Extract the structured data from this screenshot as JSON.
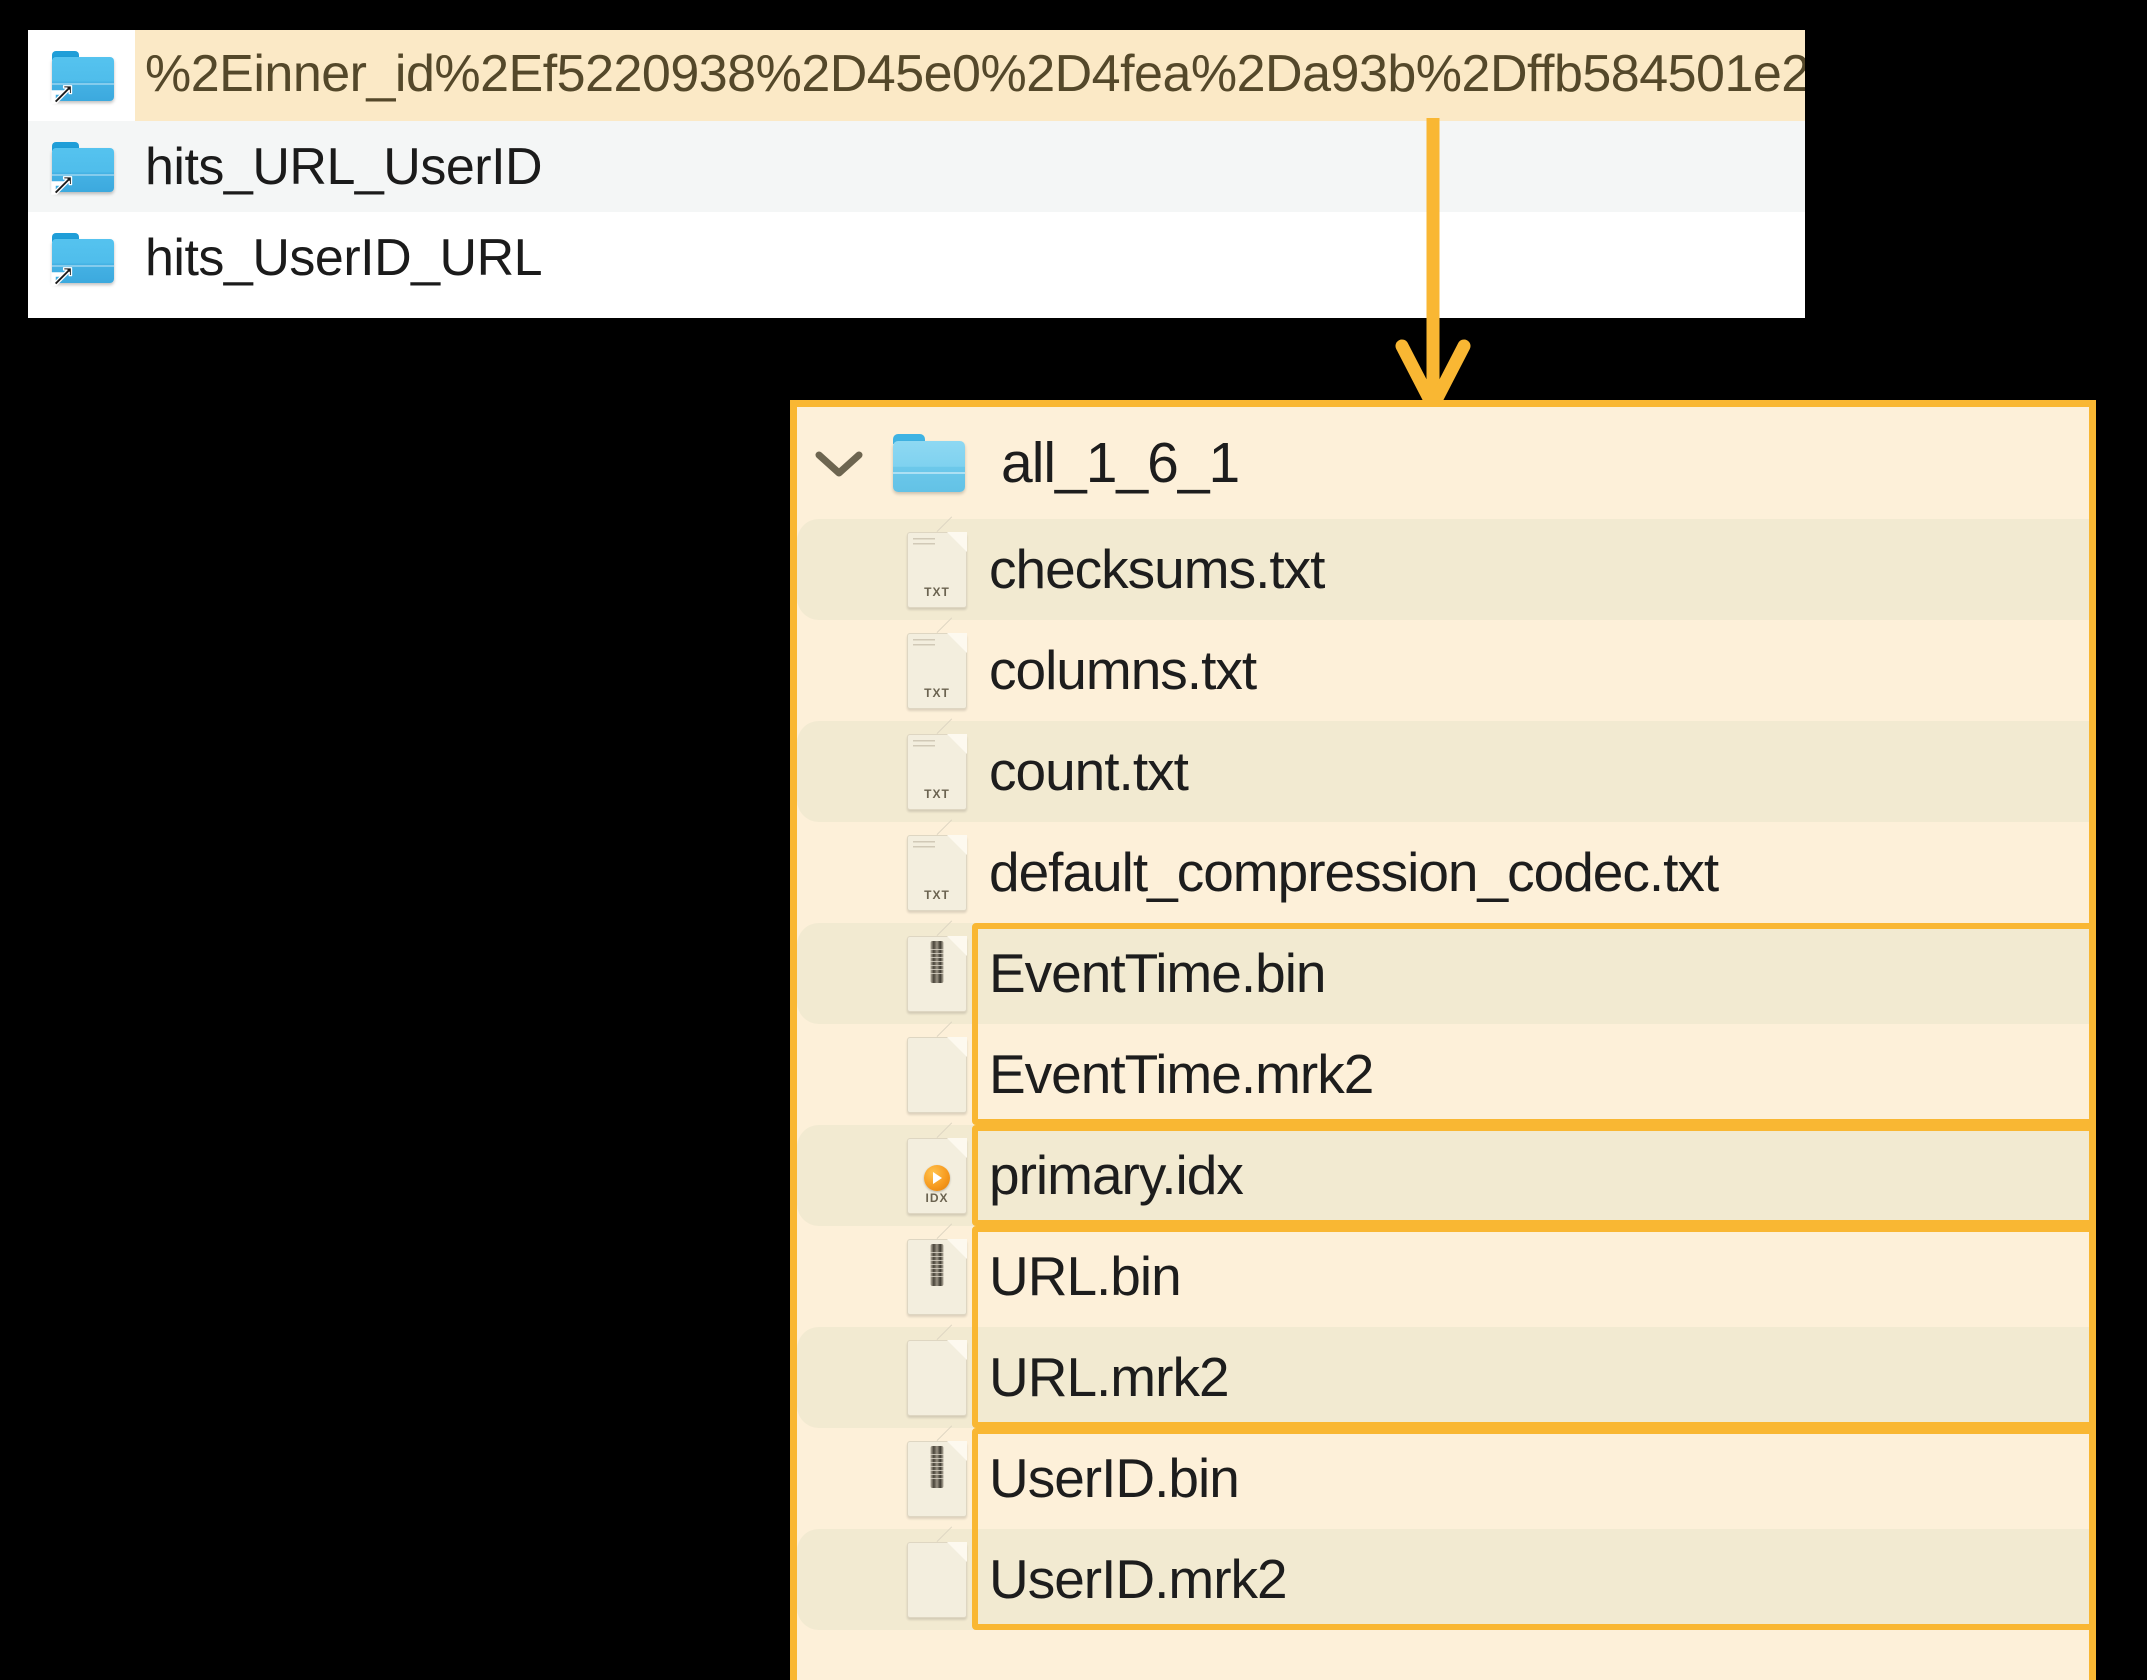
{
  "symlink_panel": {
    "rows": [
      {
        "label": "%2Einner_id%2Ef5220938%2D45e0%2D4fea%2Da93b%2Dffb584501e2",
        "icon": "folder-alias-icon",
        "highlighted": true
      },
      {
        "label": "hits_URL_UserID",
        "icon": "folder-alias-icon",
        "highlighted": false
      },
      {
        "label": "hits_UserID_URL",
        "icon": "folder-alias-icon",
        "highlighted": false
      }
    ]
  },
  "annotation": {
    "arrow_color": "#F9B733",
    "highlight_row_color": "#FBE9C6",
    "panel_border_color": "#F9B733",
    "panel_bg_color": "#FDF0D9",
    "stripe_color": "#F2EAD1"
  },
  "tree_panel": {
    "folder": {
      "name": "all_1_6_1",
      "chevron": "chevron-down-icon",
      "icon": "folder-icon",
      "expanded": true
    },
    "files": [
      {
        "name": "checksums.txt",
        "icon": "txt-file-icon",
        "ext": "TXT",
        "stripe": true,
        "highlighted": false
      },
      {
        "name": "columns.txt",
        "icon": "txt-file-icon",
        "ext": "TXT",
        "stripe": false,
        "highlighted": false
      },
      {
        "name": "count.txt",
        "icon": "txt-file-icon",
        "ext": "TXT",
        "stripe": true,
        "highlighted": false
      },
      {
        "name": "default_compression_codec.txt",
        "icon": "txt-file-icon",
        "ext": "TXT",
        "stripe": false,
        "highlighted": false
      },
      {
        "name": "EventTime.bin",
        "icon": "bin-file-icon",
        "ext": "",
        "stripe": true,
        "highlighted": true
      },
      {
        "name": "EventTime.mrk2",
        "icon": "blank-file-icon",
        "ext": "",
        "stripe": false,
        "highlighted": true
      },
      {
        "name": "primary.idx",
        "icon": "idx-file-icon",
        "ext": "IDX",
        "stripe": true,
        "highlighted": true
      },
      {
        "name": "URL.bin",
        "icon": "bin-file-icon",
        "ext": "",
        "stripe": false,
        "highlighted": true
      },
      {
        "name": "URL.mrk2",
        "icon": "blank-file-icon",
        "ext": "",
        "stripe": true,
        "highlighted": true
      },
      {
        "name": "UserID.bin",
        "icon": "bin-file-icon",
        "ext": "",
        "stripe": false,
        "highlighted": true
      },
      {
        "name": "UserID.mrk2",
        "icon": "blank-file-icon",
        "ext": "",
        "stripe": true,
        "highlighted": true
      }
    ],
    "highlight_groups": [
      {
        "first_index": 4,
        "last_index": 5
      },
      {
        "first_index": 6,
        "last_index": 6
      },
      {
        "first_index": 7,
        "last_index": 8
      },
      {
        "first_index": 9,
        "last_index": 10
      }
    ]
  }
}
